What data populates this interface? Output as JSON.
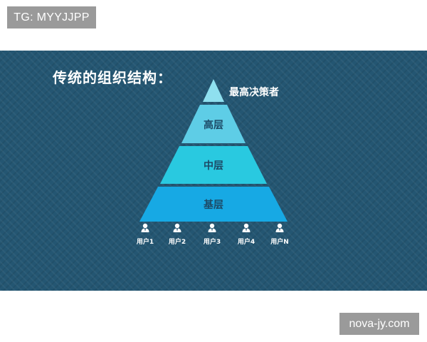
{
  "watermark_top": "TG: MYYJJPP",
  "watermark_bottom": "nova-jy.com",
  "diagram": {
    "title": "传统的组织结构：",
    "apex_label": "最高决策者",
    "tiers": [
      {
        "label": "高层",
        "color": "#5ecde6"
      },
      {
        "label": "中层",
        "color": "#29c9e0"
      },
      {
        "label": "基层",
        "color": "#17a9e4"
      }
    ],
    "apex_color": "#8fe0ef",
    "users": [
      "用户1",
      "用户2",
      "用户3",
      "用户4",
      "用户N"
    ],
    "colors": {
      "background": "#245672",
      "tier_text": "#1d4a66",
      "text": "#ffffff"
    }
  }
}
